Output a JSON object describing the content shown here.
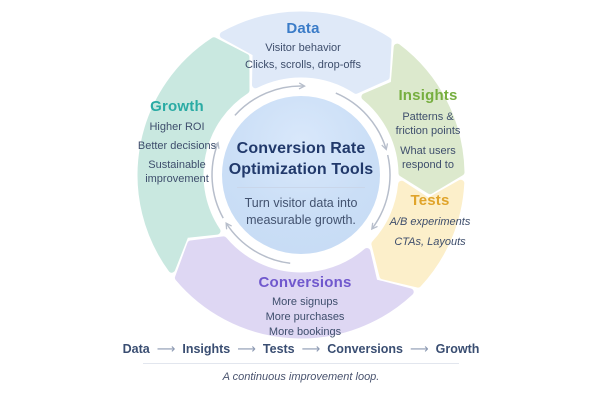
{
  "center": {
    "title_line1": "Conversion Rate",
    "title_line2": "Optimization Tools",
    "subtitle_line1": "Turn visitor data into",
    "subtitle_line2": "measurable growth."
  },
  "segments": [
    {
      "id": "data",
      "label": "Data",
      "color": "#dfe9f8",
      "label_color": "#3b7cc8",
      "items": [
        "Visitor behavior",
        "Clicks, scrolls, drop-offs"
      ]
    },
    {
      "id": "insights",
      "label": "Insights",
      "color": "#dce9cd",
      "label_color": "#76ae3f",
      "items": [
        "Patterns & friction points",
        "What users respond to"
      ]
    },
    {
      "id": "tests",
      "label": "Tests",
      "color": "#fcefca",
      "label_color": "#e0a42b",
      "items": [
        "A/B experiments",
        "CTAs, Layouts"
      ]
    },
    {
      "id": "conversions",
      "label": "Conversions",
      "color": "#ded7f3",
      "label_color": "#7058cd",
      "items": [
        "More signups",
        "More purchases",
        "More bookings"
      ]
    },
    {
      "id": "growth",
      "label": "Growth",
      "color": "#c9e8e0",
      "label_color": "#2aaba4",
      "items": [
        "Higher ROI",
        "Better decisions",
        "Sustainable improvement"
      ]
    }
  ],
  "ring": {
    "arrow_color": "#b7becb"
  },
  "footer": {
    "flow": [
      "Data",
      "Insights",
      "Tests",
      "Conversions",
      "Growth"
    ],
    "arrow": "⟶",
    "caption": "A continuous improvement loop."
  }
}
